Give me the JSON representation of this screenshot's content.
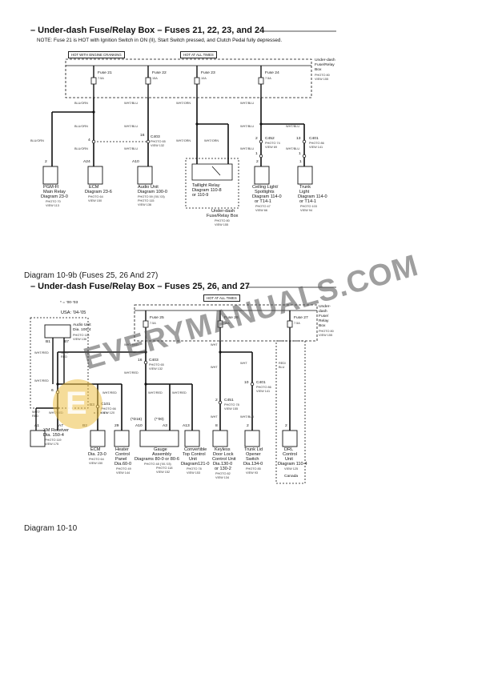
{
  "d1": {
    "title": "– Under-dash Fuse/Relay Box – Fuses 21, 22, 23, and 24",
    "note": "NOTE: Fuse 21 is HOT with Ignition Switch in ON (II), Start Switch pressed, and Clutch Pedal fully depressed.",
    "hot_cranking": "HOT WITH ENGINE CRANKING",
    "hot_all_times": "HOT AT ALL TIMES",
    "box_label": [
      "Under-dash",
      "Fuse/Relay",
      "Box"
    ],
    "box_photo": [
      "PHOTO 80",
      "VIEW 155"
    ],
    "fuses": [
      {
        "name": "Fuse 21",
        "amp": "7.5A"
      },
      {
        "name": "Fuse 22",
        "amp": "15A"
      },
      {
        "name": "Fuse 23",
        "amp": "10A"
      },
      {
        "name": "Fuse 24",
        "amp": "7.5A"
      }
    ],
    "wires": {
      "bluorn": "BLU/ORN",
      "whtblu": "WHT/BLU",
      "whtorn": "WHT/ORN"
    },
    "pins": {
      "p4": "4",
      "p16": "16",
      "p2a": "2",
      "p1a": "1",
      "p13": "13",
      "p1b": "1",
      "p2b": "2",
      "a24": "A24",
      "a10": "A10",
      "p2c": "2",
      "p1c": "1"
    },
    "connectors": {
      "c403": {
        "name": "C403",
        "photo": [
          "PHOTO 65",
          "VIEW 132"
        ]
      },
      "c452": {
        "name": "C452",
        "photo": [
          "PHOTO 74",
          "VIEW 69"
        ]
      },
      "c401": {
        "name": "C401",
        "photo": [
          "PHOTO 86",
          "VIEW 141"
        ]
      }
    },
    "components": {
      "pgm": {
        "lines": [
          "PGM-FI",
          "Main Relay",
          "Diagram 23-0"
        ],
        "photo": [
          "PHOTO 70",
          "VIEW 113"
        ]
      },
      "ecm": {
        "lines": [
          "ECM",
          "Diagram 23-6"
        ],
        "photo": [
          "PHOTO 64",
          "VIEW 150"
        ]
      },
      "audio": {
        "lines": [
          "Audio Unit",
          "Diagram 100-0"
        ],
        "photo": [
          "PHOTO 59 (’00-’03)",
          "PHOTO 115",
          "VIEW 136"
        ]
      },
      "taillight": {
        "lines": [
          "Taillight Relay",
          "Diagram 110-8",
          "or 110-9"
        ]
      },
      "ufrb": {
        "lines": [
          "Under-dash",
          "Fuse/Relay Box"
        ],
        "photo": [
          "PHOTO 80",
          "VIEW 155"
        ]
      },
      "ceiling": {
        "lines": [
          "Ceiling Light/",
          "Spotlights",
          "Diagram 114-0",
          "or T14-1"
        ],
        "photo": [
          "PHOTO 47",
          "VIEW 66"
        ]
      },
      "trunk": {
        "lines": [
          "Trunk",
          "Light",
          "Diagram 114-0",
          "or T14-1"
        ],
        "photo": [
          "PHOTO 103",
          "VIEW 94"
        ]
      }
    }
  },
  "caption1": "Diagram 10-9b (Fuses 25, 26 And 27)",
  "d2": {
    "title": "– Under-dash Fuse/Relay Box – Fuses 25, 26, and 27",
    "footnote": "* = ’00-’03",
    "hot_all_times": "HOT AT ALL TIMES",
    "usa_label": "USA: ’04-’05",
    "box_label": [
      "Under-",
      "dash",
      "Fuse/",
      "Relay",
      "Box"
    ],
    "box_photo": [
      "PHOTO 80",
      "VIEW 155"
    ],
    "fuses": [
      {
        "name": "Fuse 25",
        "amp": "7.5A"
      },
      {
        "name": "Fuse 26",
        "amp": "10A"
      },
      {
        "name": "Fuse 27",
        "amp": "7.5A"
      }
    ],
    "audio_unit": {
      "lines": [
        "Audio Unit",
        "Dia. 100-4"
      ],
      "photo": [
        "PHOTO 115",
        "VIEW 136"
      ]
    },
    "pins": {
      "b1": "B1",
      "b7": "B7",
      "p16": "16",
      "p6": "6",
      "b3": "B3",
      "a1": "A1",
      "a7": "A7",
      "b2": "B2",
      "p29": "29",
      "a10": "A10",
      "a3": "A3",
      "a13": "A13",
      "p2": "2",
      "p8": "8",
      "p2b": "2",
      "p10": "10",
      "p2c": "2"
    },
    "wires": {
      "whtred": "WHT/RED",
      "wht": "WHT",
      "whtblu": "WHT/BLU",
      "redblu": [
        "RED/",
        "BLU"
      ],
      "whtred_stack": [
        "WHT/",
        "RED"
      ]
    },
    "connectors": {
      "c403": {
        "name": "C403",
        "photo": [
          "PHOTO 65",
          "VIEW 132"
        ]
      },
      "c101": {
        "name": "C101",
        "photo": [
          "PHOTO 66",
          "VIEW 120"
        ]
      },
      "c451": {
        "name": "C451",
        "photo": [
          "PHOTO 78",
          "VIEW 155"
        ]
      },
      "c401": {
        "name": "C401",
        "photo": [
          "PHOTO 86",
          "VIEW 141"
        ]
      }
    },
    "star_notes": {
      "d16": "(*D16)",
      "s00": "(*’00)"
    },
    "components": {
      "xm": {
        "lines": [
          "XM Receiver",
          "Dia. 150-4"
        ],
        "photo": [
          "PHOTO 119",
          "VIEW 175"
        ]
      },
      "ecm": {
        "lines": [
          "ECM",
          "Dia. 23-0"
        ],
        "photo": [
          "PHOTO 64",
          "VIEW 150"
        ]
      },
      "heater": {
        "lines": [
          "Heater",
          "Control",
          "Panel",
          "Dia.60-0"
        ],
        "photo": [
          "PHOTO 49",
          "VIEW 144"
        ]
      },
      "gauge": {
        "lines": [
          "Gauge",
          "Assembly",
          "Diagrams 80-0 or 80-6"
        ],
        "photo": [
          "PHOTO 48 (’00-’03)",
          "PHOTO 118",
          "VIEW 152"
        ]
      },
      "conv": {
        "lines": [
          "Convertible",
          "Top Control",
          "Unit",
          "Diagram121-0"
        ],
        "photo": [
          "PHOTO 78",
          "VIEW 153"
        ]
      },
      "keyless": {
        "lines": [
          "Keyless",
          "Door Lock",
          "Control Unit",
          "Dia.130-0",
          "or 130-2"
        ],
        "photo": [
          "PHOTO 82",
          "VIEW 134"
        ]
      },
      "trunklid": {
        "lines": [
          "Trunk Lid",
          "Opener",
          "Switch",
          "Dia.134-0"
        ],
        "photo": [
          "PHOTO 85",
          "VIEW 93"
        ]
      },
      "drl": {
        "lines": [
          "DRL",
          "Control",
          "Unit",
          "Diagram 110-4"
        ],
        "photo": [
          "VIEW 125"
        ],
        "region": "Canada"
      }
    }
  },
  "caption2": "Diagram 10-10",
  "watermark": "EVERYMANUALS.COM",
  "colors": {
    "line": "#111111",
    "dashed": "#333333",
    "watermark": "#7a7a7a",
    "logo": "#ecbf46"
  }
}
